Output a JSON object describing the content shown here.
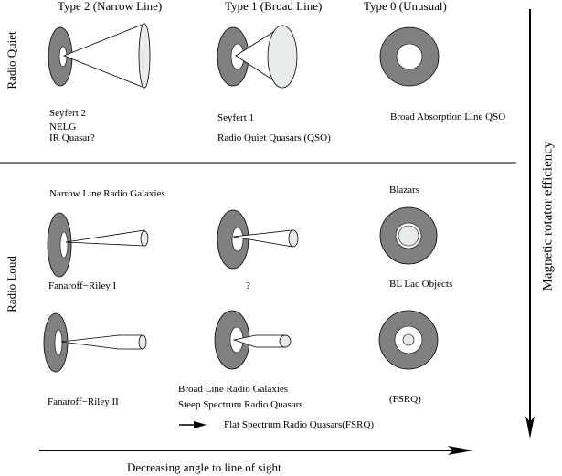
{
  "column_headers": [
    "Type 2 (Narrow Line)",
    "Type 1 (Broad Line)",
    "Type 0 (Unusual)"
  ],
  "row_labels": {
    "radio_quiet": "Radio Quiet",
    "radio_loud": "Radio Loud"
  },
  "right_axis_label": "Magnetic rotator efficiency",
  "bottom_axis_label": "Decreasing angle to line of sight",
  "radio_quiet": {
    "type2_labels": [
      "Seyfert 2",
      "NELG",
      "IR Quasar?"
    ],
    "type1_labels": [
      "Seyfert 1",
      "Radio Quiet Quasars (QSO)"
    ],
    "type0_labels": [
      "Broad Absorption Line QSO"
    ]
  },
  "radio_loud": {
    "narrow_line_header": "Narrow Line Radio Galaxies",
    "fr1_label": "Fanaroff−Riley I",
    "unknown_label": "?",
    "blazars_header": "Blazars",
    "bl_lac_label": "BL Lac Objects",
    "fr2_label": "Fanaroff−Riley II",
    "broad_line_labels": [
      "Broad Line Radio Galaxies",
      "Steep Spectrum Radio Quasars"
    ],
    "fsrq_label": "(FSRQ)",
    "arrow_note": "Flat Spectrum Radio Quasars(FSRQ)"
  },
  "colors": {
    "torus": "#808080",
    "cone_fill": "#e8ece8",
    "line": "#000000",
    "divider": "#555555"
  }
}
